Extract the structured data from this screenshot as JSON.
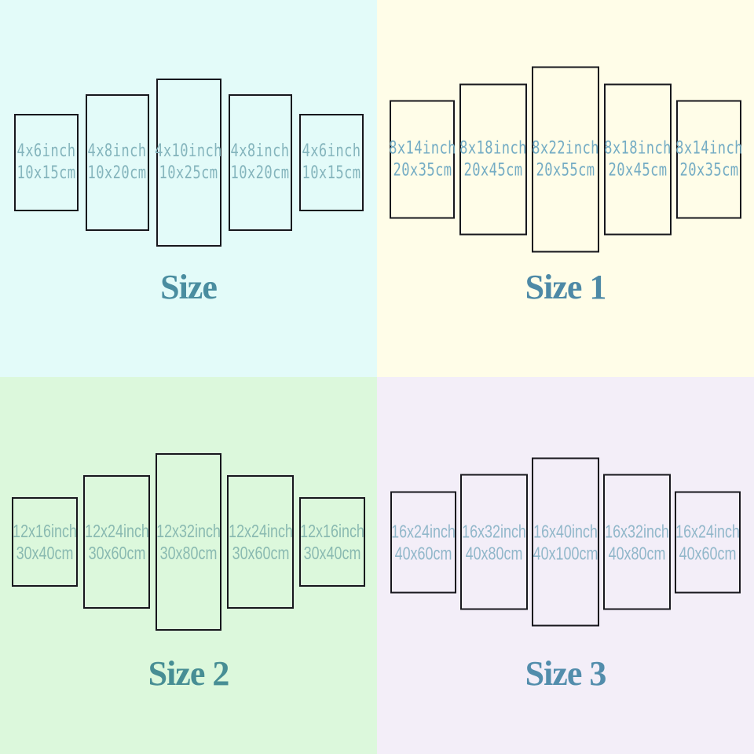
{
  "border_color": "#17171d",
  "quadrants": [
    {
      "name": "size",
      "title": "Size",
      "bg_color": "#e3fbf9",
      "label_color": "#85b5bd",
      "title_color": "#4a8da0",
      "style_vars": "--bg:#e3fbf9;--label:#85b5bd;--title:#4a8da0",
      "panels": [
        {
          "inch": "4x6inch",
          "cm": "10x15cm"
        },
        {
          "inch": "4x8inch",
          "cm": "10x20cm"
        },
        {
          "inch": "4x10inch",
          "cm": "10x25cm"
        },
        {
          "inch": "4x8inch",
          "cm": "10x20cm"
        },
        {
          "inch": "4x6inch",
          "cm": "10x15cm"
        }
      ]
    },
    {
      "name": "size-1",
      "title": "Size 1",
      "bg_color": "#fffde8",
      "label_color": "#74acc4",
      "title_color": "#4d89a6",
      "style_vars": "--bg:#fffde8;--label:#74acc4;--title:#4d89a6",
      "panels": [
        {
          "inch": "8x14inch",
          "cm": "20x35cm"
        },
        {
          "inch": "8x18inch",
          "cm": "20x45cm"
        },
        {
          "inch": "8x22inch",
          "cm": "20x55cm"
        },
        {
          "inch": "8x18inch",
          "cm": "20x45cm"
        },
        {
          "inch": "8x14inch",
          "cm": "20x35cm"
        }
      ]
    },
    {
      "name": "size-2",
      "title": "Size 2",
      "bg_color": "#dcf8dc",
      "label_color": "#8abab1",
      "title_color": "#478e94",
      "style_vars": "--bg:#dcf8dc;--label:#8abab1;--title:#478e94",
      "panels": [
        {
          "inch": "12x16inch",
          "cm": "30x40cm"
        },
        {
          "inch": "12x24inch",
          "cm": "30x60cm"
        },
        {
          "inch": "12x32inch",
          "cm": "30x80cm"
        },
        {
          "inch": "12x24inch",
          "cm": "30x60cm"
        },
        {
          "inch": "12x16inch",
          "cm": "30x40cm"
        }
      ]
    },
    {
      "name": "size-3",
      "title": "Size 3",
      "bg_color": "#f3eef8",
      "label_color": "#91b7ca",
      "title_color": "#528dac",
      "style_vars": "--bg:#f3eef8;--label:#91b7ca;--title:#528dac",
      "panels": [
        {
          "inch": "16x24inch",
          "cm": "40x60cm"
        },
        {
          "inch": "16x32inch",
          "cm": "40x80cm"
        },
        {
          "inch": "16x40inch",
          "cm": "40x100cm"
        },
        {
          "inch": "16x32inch",
          "cm": "40x80cm"
        },
        {
          "inch": "16x24inch",
          "cm": "40x60cm"
        }
      ]
    }
  ]
}
